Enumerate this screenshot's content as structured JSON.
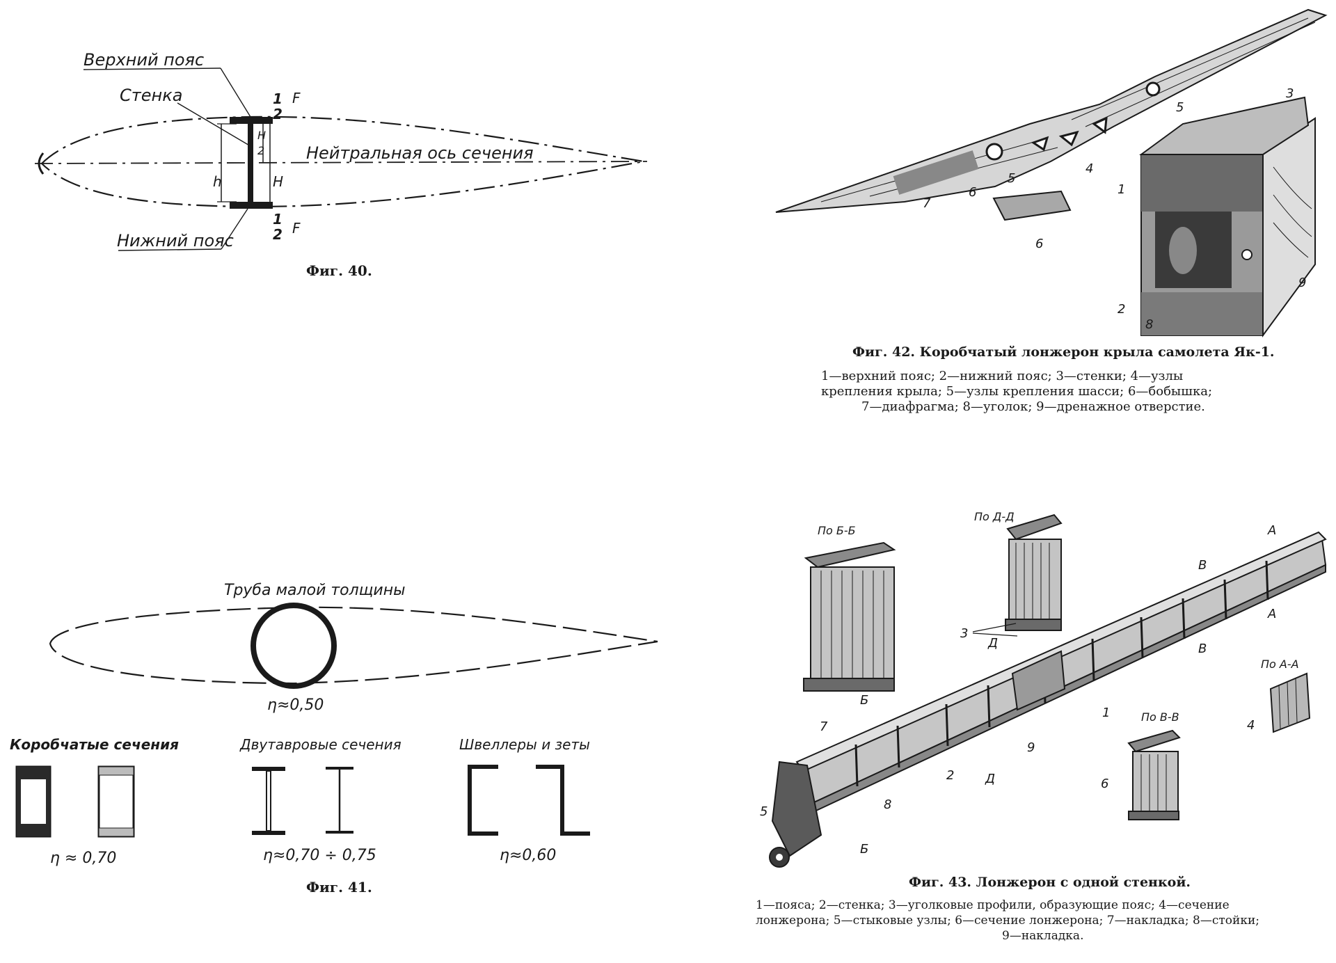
{
  "fig40": {
    "upper_chord": "Верхний пояс",
    "web": "Стенка",
    "lower_chord": "Нижний пояс",
    "neutral_axis": "Нейтральная ось сечения",
    "half_f_top_num": "1",
    "half_f_top_den": "2",
    "half_f_top_f": "F",
    "half_f_bot_num": "1",
    "half_f_bot_den": "2",
    "half_f_bot_f": "F",
    "h": "h",
    "H": "H",
    "H_half_num": "H",
    "H_half_den": "2",
    "caption": "Фиг. 40."
  },
  "fig41": {
    "thin_tube": "Труба малой толщины",
    "eta_tube": "η≈0,50",
    "box_sections": "Коробчатые сечения",
    "i_sections": "Двутавровые сечения",
    "channels": "Швеллеры и зеты",
    "eta_box": "η ≈ 0,70",
    "eta_i": "η≈0,70 ÷ 0,75",
    "eta_channel": "η≈0,60",
    "caption": "Фиг. 41."
  },
  "fig42": {
    "caption": "Фиг. 42. Коробчатый лонжерон крыла самолета Як-1.",
    "legend_line1": "1—верхний пояс; 2—нижний пояс; 3—стенки; 4—узлы",
    "legend_line2": "крепления крыла; 5—узлы крепления шасси; 6—бобышка;",
    "legend_line3": "7—диафрагма; 8—уголок; 9—дренажное отверстие.",
    "num1": "1",
    "num2": "2",
    "num3": "3",
    "num4": "4",
    "num5a": "5",
    "num5b": "5",
    "num6a": "6",
    "num6b": "6",
    "num7": "7",
    "num8": "8",
    "num9": "9"
  },
  "fig43": {
    "sec_bb": "По Б-Б",
    "sec_dd": "По Д-Д",
    "sec_aa": "По А-А",
    "sec_vv": "По В-В",
    "caption": "Фиг. 43. Лонжерон с одной стенкой.",
    "legend_line1": "1—пояса; 2—стенка; 3—уголковые профили, образующие пояс; 4—сечение",
    "legend_line2": "лонжерона; 5—стыковые узлы; 6—сечение лонжерона; 7—накладка; 8—стойки;",
    "legend_line3": "9—накладка.",
    "num1": "1",
    "num2": "2",
    "num3": "3",
    "num4": "4",
    "num5": "5",
    "num6": "6",
    "num7": "7",
    "num8": "8",
    "num9": "9",
    "mA1": "А",
    "mA2": "А",
    "mB1": "Б",
    "mB2": "Б",
    "mV1": "В",
    "mV2": "В",
    "mD1": "Д",
    "mD2": "Д"
  }
}
